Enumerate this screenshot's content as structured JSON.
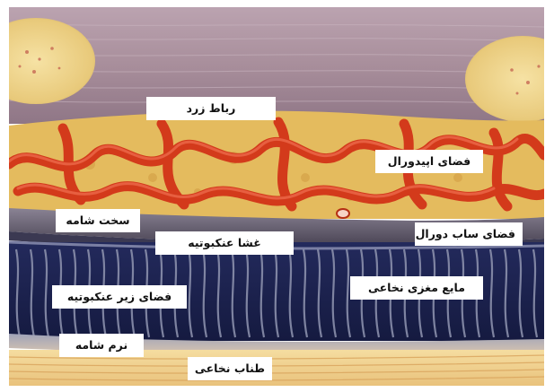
{
  "labels": {
    "ligamentum_flavum": "رباط زرد",
    "epidural_space": "فضای اپیدورال",
    "dura_mater": "سخت شامه",
    "subdural_space": "فضای ساب دورال",
    "arachnoid": "غشا عنکبوتیه",
    "csf": "مایع مغزی نخاعی",
    "subarachnoid_space": "فضای زیر عنکبوتیه",
    "pia_mater": "نرم شامه",
    "spinal_cord": "طناب نخاعی"
  },
  "colors": {
    "ligament": "#a98f9c",
    "bone": "#efd68e",
    "fat": "#e6bf63",
    "vessel": "#d83a1c",
    "dura": "#6b6575",
    "arachnoid_space": "#1c2350",
    "trabeculae": "#8e93ad",
    "cord": "#f2d692"
  }
}
